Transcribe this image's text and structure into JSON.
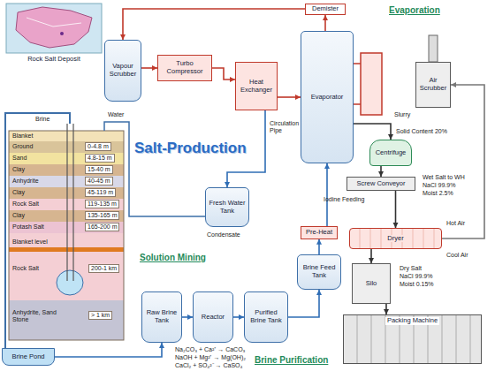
{
  "diagram": {
    "title": "Salt-Production",
    "nodes": [
      {
        "text": [
          "Rock Salt Deposit"
        ]
      },
      {
        "text": [
          "Vapour Scrubber"
        ]
      },
      {
        "text": [
          "Turbo Compressor"
        ]
      },
      {
        "text": [
          "Demister"
        ]
      },
      {
        "text": [
          "Evaporator"
        ]
      },
      {
        "text": [
          "Heat Exchanger"
        ]
      },
      {
        "text": [
          "Air Scrubber"
        ]
      },
      {
        "text": [
          "Fresh Water Tank"
        ]
      },
      {
        "text": [
          "Centrifuge"
        ]
      },
      {
        "text": [
          "Screw Conveyor"
        ]
      },
      {
        "text": [
          "Dryer"
        ]
      },
      {
        "text": [
          "Silo"
        ]
      },
      {
        "text": [
          "Packing Machine"
        ]
      },
      {
        "text": [
          "Pre-Heat"
        ]
      },
      {
        "text": [
          "Brine Feed Tank"
        ]
      },
      {
        "text": [
          "Raw Brine Tank"
        ]
      },
      {
        "text": [
          "Reactor"
        ]
      },
      {
        "text": [
          "Purified Brine Tank"
        ]
      },
      {
        "text": [
          "Brine Pond"
        ]
      }
    ],
    "edges": [
      {
        "from": 18,
        "to": 15,
        "arrow": "to"
      },
      {
        "from": 15,
        "to": 16,
        "arrow": "to"
      },
      {
        "from": 16,
        "to": 17,
        "arrow": "to"
      },
      {
        "from": 17,
        "to": 14,
        "arrow": "to"
      },
      {
        "from": 14,
        "to": 13,
        "arrow": "to"
      },
      {
        "from": 13,
        "to": 4,
        "arrow": "to"
      },
      {
        "from": 4,
        "to": 3,
        "arrow": "to"
      },
      {
        "from": 3,
        "to": 1,
        "arrow": "to"
      },
      {
        "from": 1,
        "to": 2,
        "arrow": "to"
      },
      {
        "from": 2,
        "to": 5,
        "arrow": "to"
      },
      {
        "from": 5,
        "to": 4,
        "arrow": "to"
      },
      {
        "from": 5,
        "to": 7,
        "arrow": "to"
      },
      {
        "from": 4,
        "to": 8,
        "arrow": "to"
      },
      {
        "from": 8,
        "to": 9,
        "arrow": "to"
      },
      {
        "from": 9,
        "to": 10,
        "arrow": "to"
      },
      {
        "from": 10,
        "to": 11,
        "arrow": "to"
      },
      {
        "from": 11,
        "to": 12,
        "arrow": "to"
      },
      {
        "from": 10,
        "to": 6,
        "arrow": "to"
      }
    ],
    "labels": [
      "Evaporation",
      "Solution Mining",
      "Brine Purification",
      "Brine",
      "Water",
      "Blanket",
      "Ground",
      "Sand",
      "Clay",
      "Anhydrite",
      "Clay",
      "Rock Salt",
      "Clay",
      "Potash Salt",
      "0-4.8 m",
      "4.8-15 m",
      "15-40 m",
      "40-45 m",
      "45-119 m",
      "119-135 m",
      "135-165 m",
      "165-200 m",
      "Blanket level",
      "Rock Salt",
      "200-1 km",
      "Anhydrite, Sand Stone",
      "> 1 km",
      "Condensate",
      "Circulation Pipe",
      "Slurry",
      "Solid Content 20%",
      "Iodine Feeding",
      "Wet Salt to WH",
      "NaCl 99.9%",
      "Moist 2.5%",
      "Hot Air",
      "Cool Air",
      "Dry Salt",
      "NaCl 99.9%",
      "Moist 0.15%",
      "Na₂CO₃ + Ca²⁺ → CaCO₃",
      "NaOH + Mg²⁺ → Mg(OH)₂",
      "CaCl₂ + SO₄²⁻ → CaSO₄"
    ]
  }
}
